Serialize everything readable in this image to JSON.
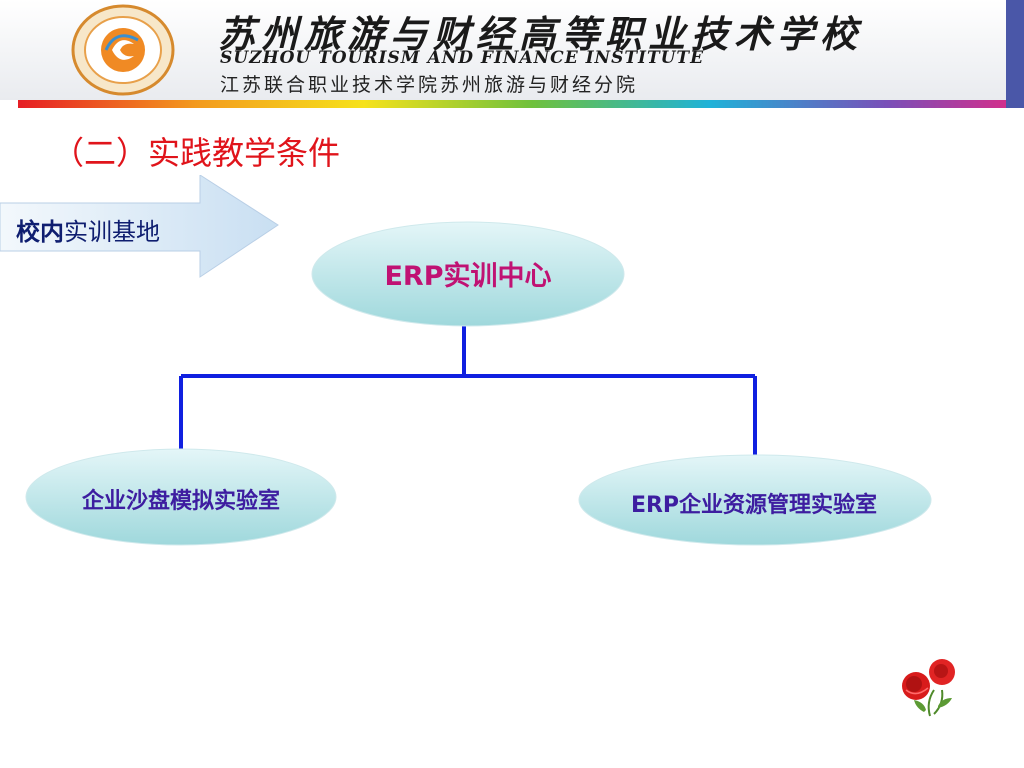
{
  "header": {
    "school_name_cn": "苏州旅游与财经高等职业技术学校",
    "school_name_en": "SUZHOU TOURISM AND FINANCE INSTITUTE",
    "school_subtitle": "江苏联合职业技术学院苏州旅游与财经分院",
    "logo_icon": "school-emblem-icon"
  },
  "slide": {
    "title": "（二）实践教学条件",
    "arrow_label_bold": "校内",
    "arrow_label_rest": "实训基地"
  },
  "org_chart": {
    "root": {
      "label": "ERP实训中心"
    },
    "children": [
      {
        "label": "企业沙盘模拟实验室"
      },
      {
        "label_prefix": "ERP",
        "label_rest": "企业资源管理实验室"
      }
    ]
  },
  "colors": {
    "title_red": "#e0141b",
    "root_text": "#c01273",
    "child_text": "#3d1da0",
    "connector_blue": "#1020e0",
    "node_fill_top": "#e4f6f8",
    "node_fill_bottom": "#9fd8dc"
  },
  "decor": {
    "flower_icon": "rose-flower-icon"
  }
}
